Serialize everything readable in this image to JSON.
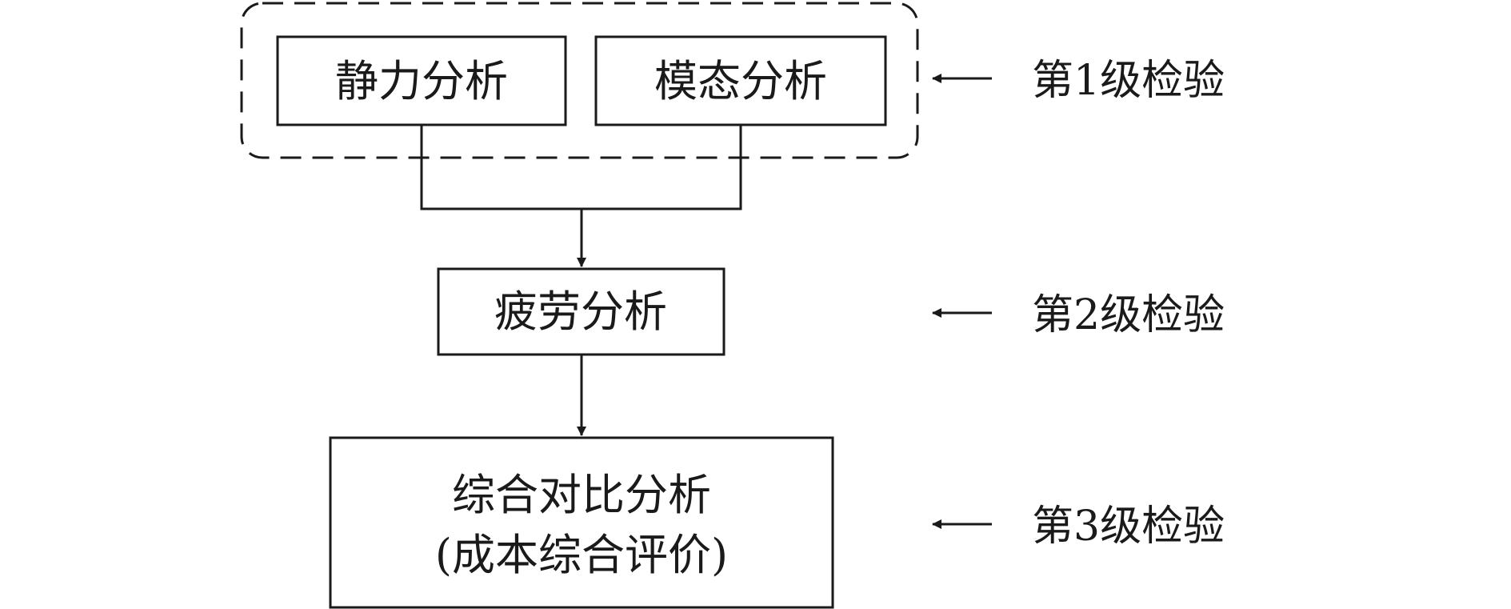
{
  "boxes": {
    "static_analysis": "静力分析",
    "modal_analysis": "模态分析",
    "fatigue_analysis": "疲劳分析",
    "comprehensive_line1": "综合对比分析",
    "comprehensive_line2": "(成本综合评价)"
  },
  "levels": {
    "level1": "第1级检验",
    "level2": "第2级检验",
    "level3": "第3级检验"
  },
  "colors": {
    "stroke": "#1a1a1a",
    "background": "#ffffff"
  }
}
